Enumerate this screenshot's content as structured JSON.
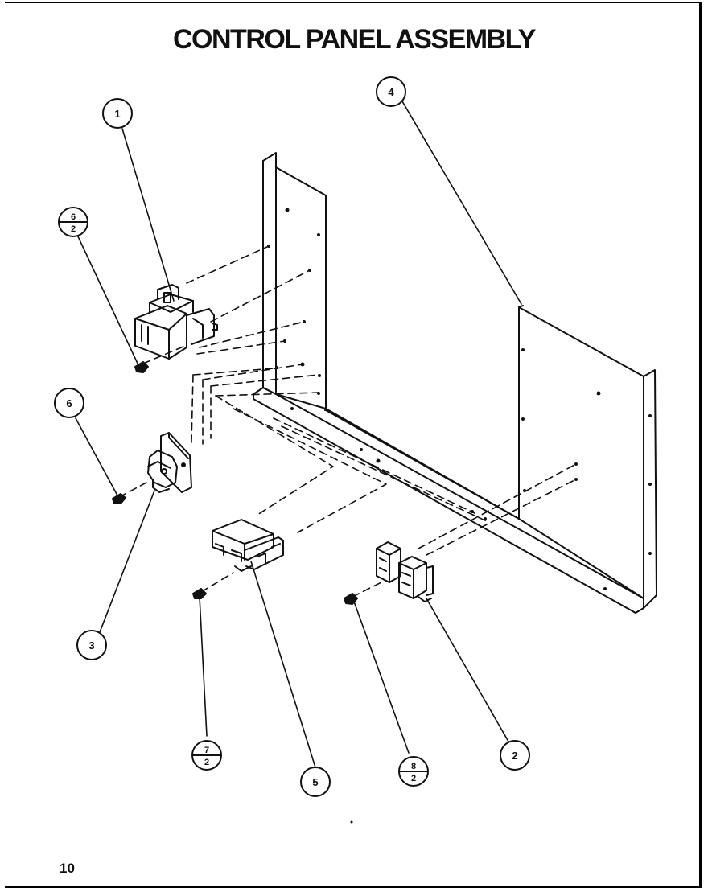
{
  "title": "CONTROL PANEL ASSEMBLY",
  "page_number": "10",
  "callouts": {
    "transformer": "1",
    "terminal_block": "2",
    "thermostat": "3",
    "panel": "4",
    "relay": "5",
    "screw_thermostat": "6",
    "screw_transformer": {
      "top": "6",
      "bottom": "2"
    },
    "screw_relay": {
      "top": "7",
      "bottom": "2"
    },
    "screw_terminal": {
      "top": "8",
      "bottom": "2"
    }
  }
}
